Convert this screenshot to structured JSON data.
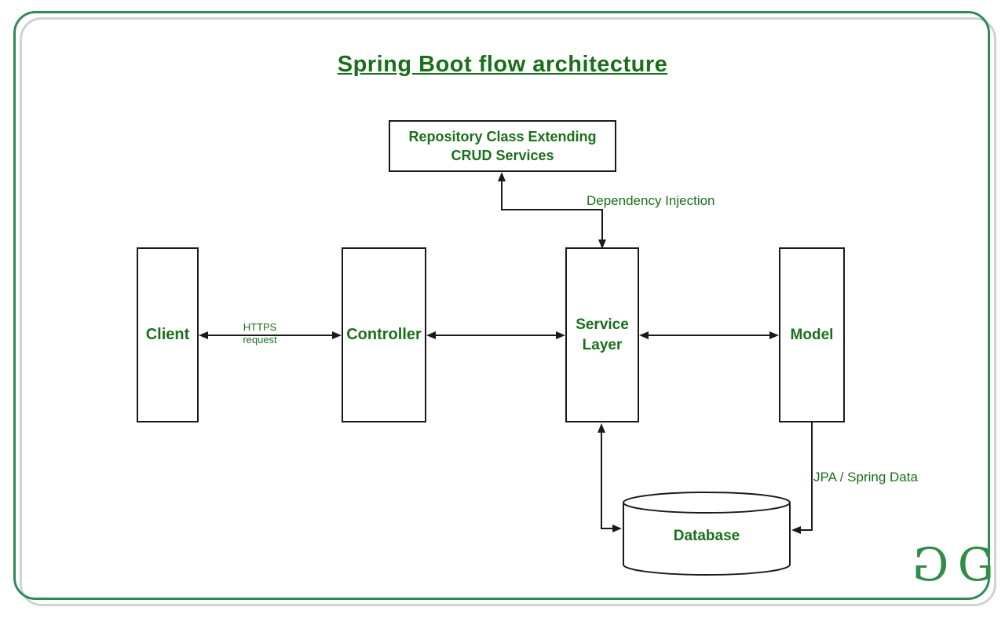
{
  "title": "Spring Boot flow architecture",
  "colors": {
    "text_green": "#1a6f1a",
    "frame_green": "#2e8b57",
    "logo_green": "#2f8d46",
    "line_black": "#1a1a1a",
    "frame_shadow_gray": "#d2d2d2"
  },
  "nodes": {
    "repository": {
      "line1": "Repository Class Extending",
      "line2": "CRUD Services"
    },
    "client": {
      "label": "Client"
    },
    "controller": {
      "label": "Controller"
    },
    "service_layer": {
      "line1": "Service",
      "line2": "Layer"
    },
    "model": {
      "label": "Model"
    },
    "database": {
      "label": "Database"
    }
  },
  "edges": {
    "dependency_injection": {
      "label": "Dependency Injection"
    },
    "https_request": {
      "line1": "HTTPS",
      "line2": "request"
    },
    "jpa_spring_data": {
      "label": "JPA / Spring Data"
    }
  },
  "logo": {
    "g_mirrored": "G",
    "g_normal": "G"
  }
}
